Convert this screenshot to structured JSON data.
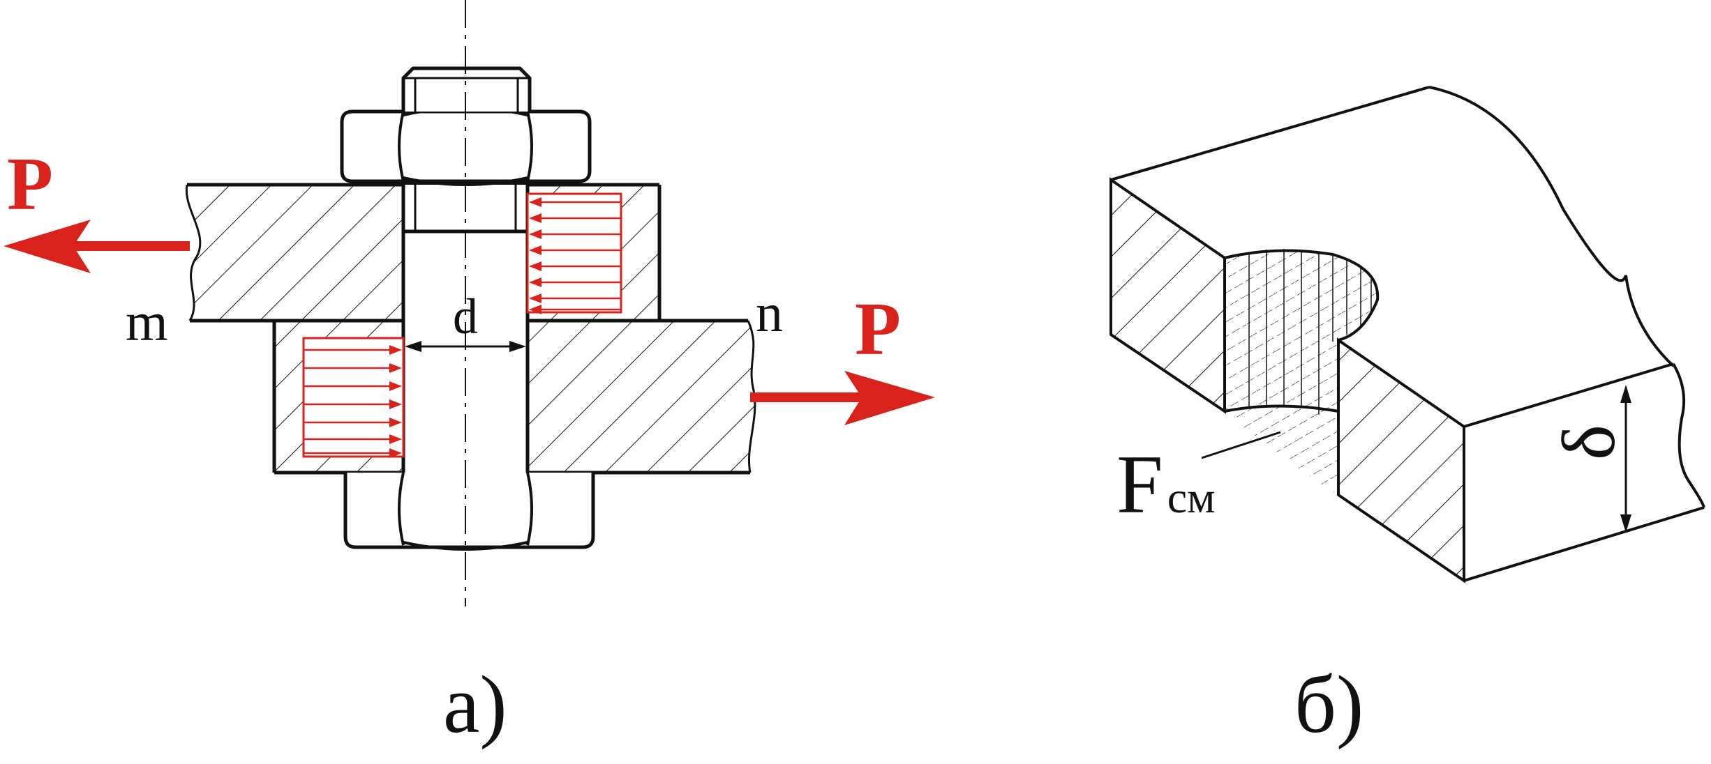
{
  "colors": {
    "ink": "#111111",
    "force": "#d9221c",
    "background": "#ffffff"
  },
  "figure_a": {
    "force_left": "P",
    "force_right": "P",
    "plate_top_label": "m",
    "plate_bottom_label": "n",
    "diameter_label": "d",
    "caption": "а)"
  },
  "figure_b": {
    "area_label": "F",
    "area_subscript": "см",
    "thickness_label": "δ",
    "caption": "б)"
  }
}
